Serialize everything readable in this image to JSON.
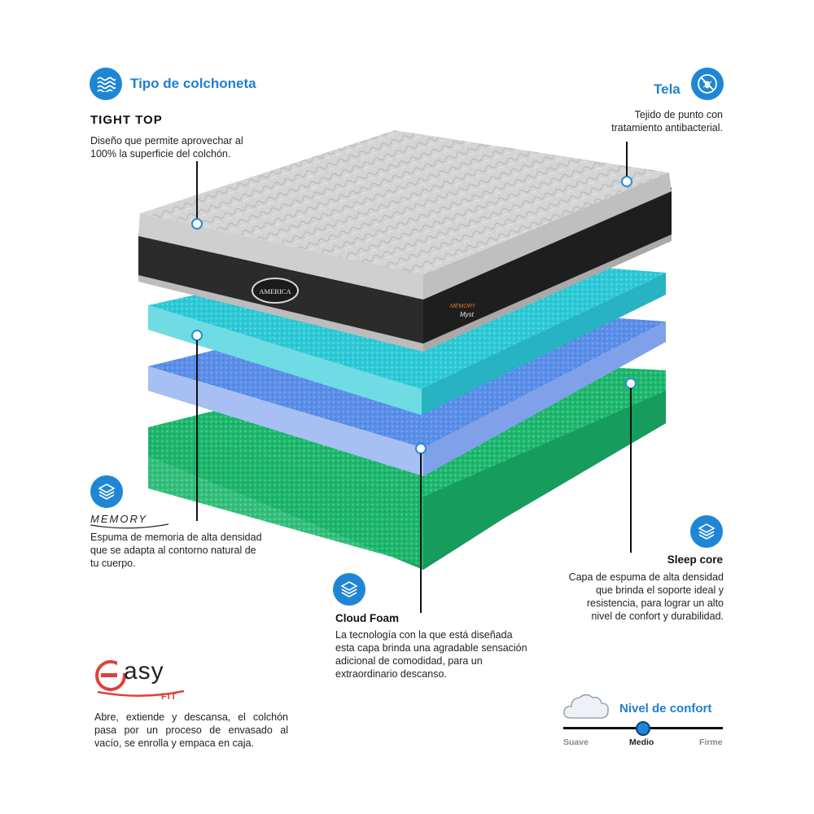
{
  "tipo": {
    "title": "Tipo de colchoneta",
    "name": "TIGHT TOP",
    "desc_lines": [
      "Diseño que permite aprovechar al",
      "100% la superficie del colchón."
    ]
  },
  "tela": {
    "title": "Tela",
    "desc_lines": [
      "Tejido de punto con",
      "tratamiento antibacterial."
    ]
  },
  "memory": {
    "logo": "MEMORY",
    "desc_lines": [
      "Espuma de memoria de alta densidad",
      "que se adapta al contorno natural de",
      "tu cuerpo."
    ]
  },
  "sleep_core": {
    "title": "Sleep core",
    "desc_lines": [
      "Capa de espuma de alta densidad",
      "que brinda el soporte ideal y",
      "resistencia, para lograr un alto",
      "nivel de confort y durabilidad."
    ]
  },
  "cloud_foam": {
    "title": "Cloud Foam",
    "desc_lines": [
      "La tecnología con la que está diseñada",
      "esta capa brinda una agradable sensación",
      "adicional de comodidad, para un",
      "extraordinario descanso."
    ]
  },
  "easy_fit": {
    "logo_main": "asy",
    "logo_sub": "FIT",
    "desc_lines": [
      "Abre, extiende y descansa, el colchón",
      "pasa por un proceso de envasado al",
      "vacío, se enrolla y empaca en caja."
    ]
  },
  "confort": {
    "title": "Nivel de confort",
    "labels": [
      "Suave",
      "Medio",
      "Firme"
    ],
    "level": 0.5
  },
  "brand": {
    "america_label": "AMERICA",
    "memory_label": "MEMORY",
    "myst_label": "Myst"
  },
  "colors": {
    "accent_blue": "#1f86d6",
    "cyan_foam": "#2ec9d6",
    "blue_foam": "#5b8fe8",
    "green_foam": "#1fb86e"
  }
}
